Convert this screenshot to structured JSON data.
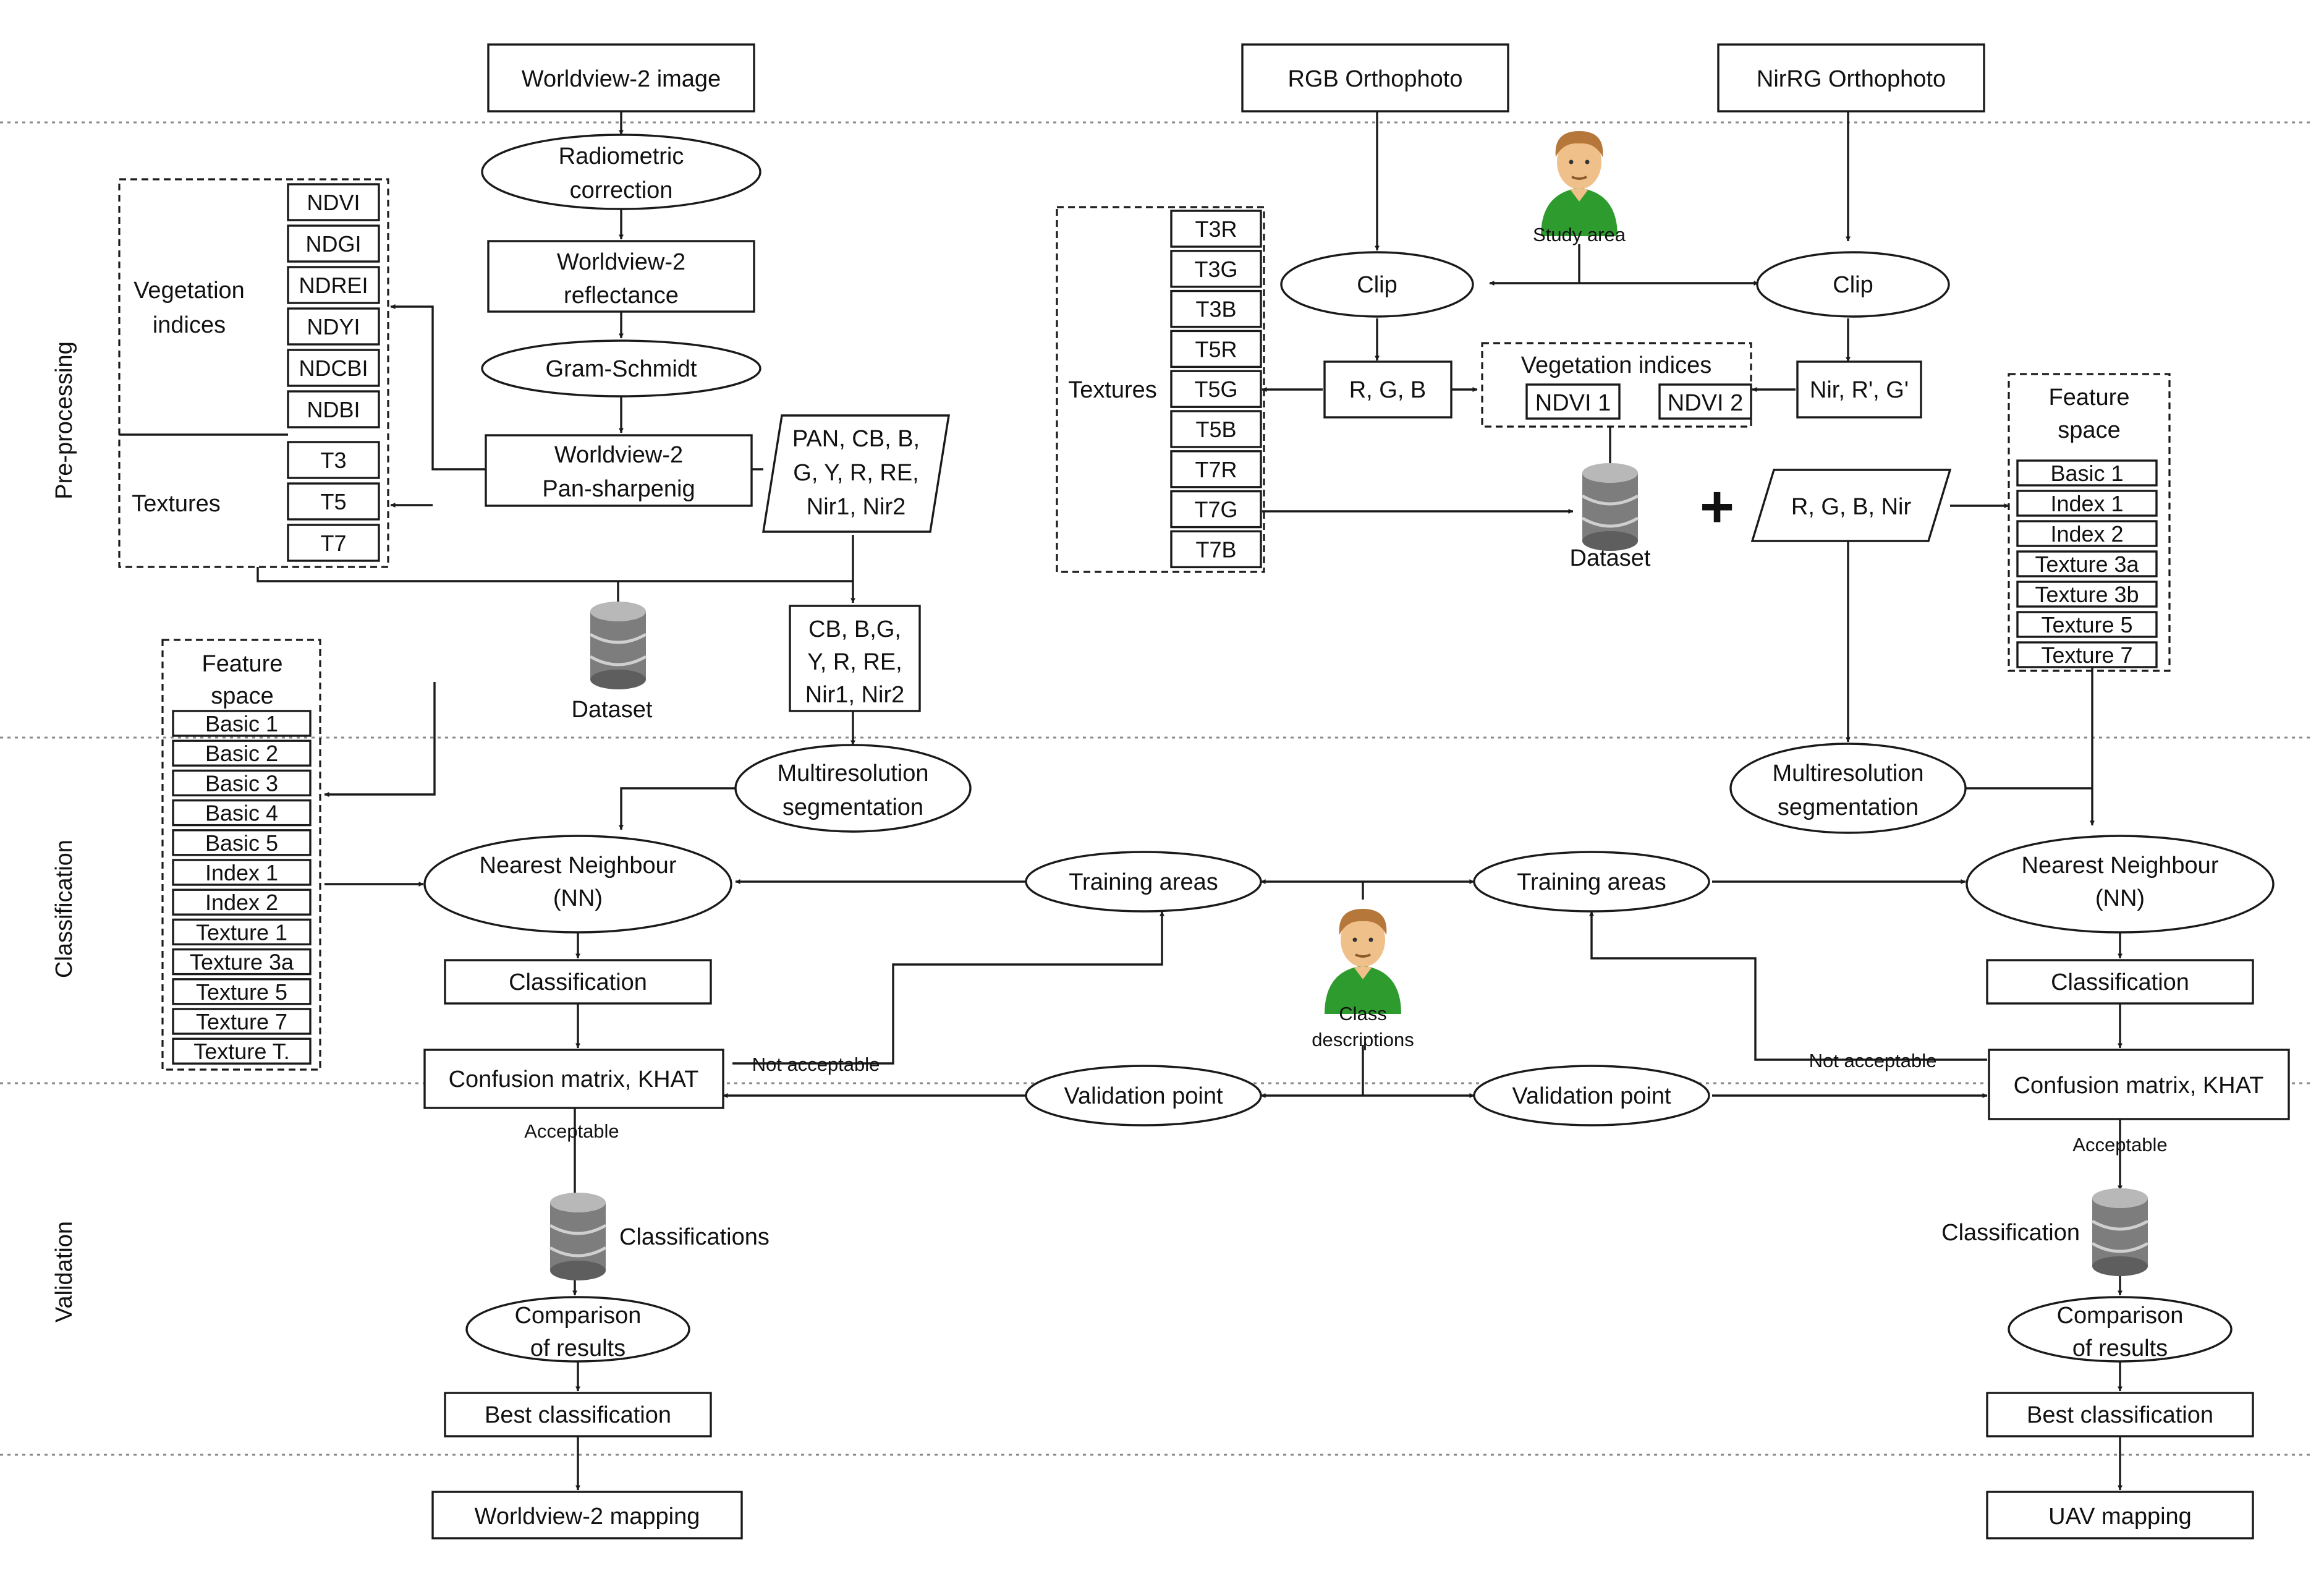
{
  "phases": {
    "preprocessing": "Pre-processing",
    "classification": "Classification",
    "validation": "Validation"
  },
  "left": {
    "worldview_image": "Worldview-2 image",
    "radiometric": [
      "Radiometric",
      "correction"
    ],
    "reflectance": [
      "Worldview-2",
      "reflectance"
    ],
    "gram_schmidt": "Gram-Schmidt",
    "pansharpen": [
      "Worldview-2",
      "Pan-sharpenig"
    ],
    "bands_in": [
      "PAN, CB, B,",
      "G, Y, R, RE,",
      "Nir1, Nir2"
    ],
    "bands_out": [
      "CB, B,G,",
      "Y, R, RE,",
      "Nir1, Nir2"
    ],
    "vegetation_label": [
      "Vegetation",
      "indices"
    ],
    "textures_label": "Textures",
    "indices": [
      "NDVI",
      "NDGI",
      "NDREI",
      "NDYI",
      "NDCBI",
      "NDBI"
    ],
    "textures": [
      "T3",
      "T5",
      "T7"
    ],
    "dataset": "Dataset",
    "feature_space_title": [
      "Feature",
      "space"
    ],
    "feature_space": [
      "Basic 1",
      "Basic 2",
      "Basic 3",
      "Basic 4",
      "Basic 5",
      "Index 1",
      "Index 2",
      "Texture 1",
      "Texture 3a",
      "Texture 5",
      "Texture 7",
      "Texture T."
    ],
    "segmentation": [
      "Multiresolution",
      "segmentation"
    ],
    "nn": [
      "Nearest Neighbour",
      "(NN)"
    ],
    "classification": "Classification",
    "confusion": "Confusion matrix, KHAT",
    "not_acceptable": "Not acceptable",
    "acceptable": "Acceptable",
    "classifications": "Classifications",
    "comparison": [
      "Comparison",
      "of results"
    ],
    "best": "Best classification",
    "mapping": "Worldview-2 mapping"
  },
  "right": {
    "rgb_ortho": "RGB Orthophoto",
    "nirrg_ortho": "NirRG Orthophoto",
    "study_area": "Study area",
    "clip_a": "Clip",
    "clip_b": "Clip",
    "textures_label": "Textures",
    "textures": [
      "T3R",
      "T3G",
      "T3B",
      "T5R",
      "T5G",
      "T5B",
      "T7R",
      "T7G",
      "T7B"
    ],
    "rgb": "R, G, B",
    "nir_rg": "Nir, R', G'",
    "vegetation_title": "Vegetation indices",
    "ndvi1": "NDVI 1",
    "ndvi2": "NDVI 2",
    "dataset": "Dataset",
    "plus": "+",
    "rgbnir": "R, G, B, Nir",
    "feature_space_title": [
      "Feature",
      "space"
    ],
    "feature_space": [
      "Basic 1",
      "Index 1",
      "Index 2",
      "Texture 3a",
      "Texture 3b",
      "Texture 5",
      "Texture 7"
    ],
    "segmentation": [
      "Multiresolution",
      "segmentation"
    ],
    "nn": [
      "Nearest Neighbour",
      "(NN)"
    ],
    "classification": "Classification",
    "confusion": "Confusion matrix, KHAT",
    "not_acceptable": "Not acceptable",
    "acceptable": "Acceptable",
    "classification_db": "Classification",
    "comparison": [
      "Comparison",
      "of results"
    ],
    "best": "Best classification",
    "mapping": "UAV mapping"
  },
  "center": {
    "training_left": "Training areas",
    "training_right": "Training areas",
    "validation_left": "Validation point",
    "validation_right": "Validation point",
    "class_descriptions": [
      "Class",
      "descriptions"
    ]
  },
  "colors": {
    "line": "#1a1a1a",
    "separator": "#8a8a8a",
    "person_shirt": "#2e9b2e",
    "person_skin": "#f0c08a",
    "person_hair": "#b5773a",
    "database": "#7d7d7d"
  },
  "icons": [
    "person-icon",
    "database-icon",
    "arrow-icon"
  ]
}
